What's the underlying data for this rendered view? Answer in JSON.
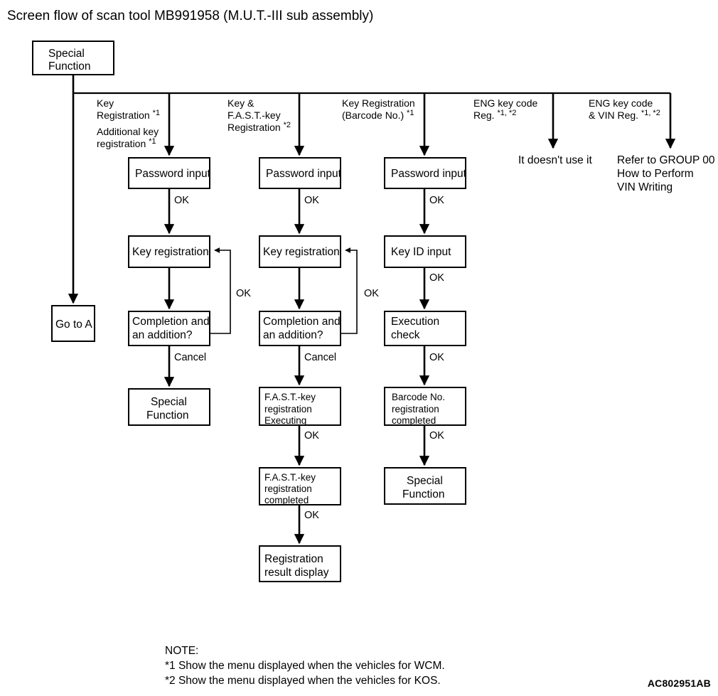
{
  "title": "Screen flow of scan tool MB991958 (M.U.T.-III sub assembly)",
  "drawing_code": "AC802951AB",
  "root": {
    "label_line1": "Special",
    "label_line2": "Function"
  },
  "branches": [
    {
      "id": "goto-a",
      "label_lines": [],
      "terminal_box": {
        "text": "Go to A"
      }
    },
    {
      "id": "key-registration",
      "label_lines": [
        "Key",
        "Registration *1",
        "",
        "Additional key",
        "registration *1"
      ],
      "label_parts": [
        {
          "text": "Key",
          "sup": ""
        },
        {
          "text": "Registration ",
          "sup": "*1"
        },
        {
          "text": "Additional key",
          "sup": ""
        },
        {
          "text": "registration ",
          "sup": "*1"
        }
      ]
    },
    {
      "id": "key-fast-key-registration",
      "label_parts": [
        {
          "text": "Key &",
          "sup": ""
        },
        {
          "text": "F.A.S.T.-key",
          "sup": ""
        },
        {
          "text": "Registration ",
          "sup": "*2"
        }
      ]
    },
    {
      "id": "key-registration-barcode",
      "label_parts": [
        {
          "text": "Key Registration",
          "sup": ""
        },
        {
          "text": "(Barcode No.) ",
          "sup": "*1"
        }
      ]
    },
    {
      "id": "eng-key-code-reg",
      "label_parts": [
        {
          "text": "ENG key code",
          "sup": ""
        },
        {
          "text": "Reg. ",
          "sup": "*1, *2"
        }
      ],
      "terminal_text": [
        "It doesn't use it"
      ]
    },
    {
      "id": "eng-key-code-vin-reg",
      "label_parts": [
        {
          "text": "ENG key code",
          "sup": ""
        },
        {
          "text": "& VIN Reg. ",
          "sup": "*1, *2"
        }
      ],
      "terminal_text": [
        "Refer to GROUP 00",
        "How to Perform",
        "VIN Writing"
      ]
    }
  ],
  "columns": [
    {
      "id": "column-key-registration",
      "nodes": [
        {
          "id": "password-input-1",
          "lines": [
            "Password input"
          ],
          "align": "center"
        },
        {
          "id": "key-registration-1",
          "lines": [
            "Key registration"
          ],
          "align": "center"
        },
        {
          "id": "completion-addition-1",
          "lines": [
            "Completion and",
            "an addition?"
          ],
          "align": "left"
        },
        {
          "id": "special-function-1",
          "lines": [
            "Special",
            "Function"
          ],
          "align": "center"
        }
      ],
      "edges": [
        "OK",
        "",
        "Cancel"
      ],
      "loop_label": "OK"
    },
    {
      "id": "column-fast-key",
      "nodes": [
        {
          "id": "password-input-2",
          "lines": [
            "Password input"
          ],
          "align": "center"
        },
        {
          "id": "key-registration-2",
          "lines": [
            "Key registration"
          ],
          "align": "center"
        },
        {
          "id": "completion-addition-2",
          "lines": [
            "Completion and",
            "an addition?"
          ],
          "align": "left"
        },
        {
          "id": "fast-key-executing",
          "lines": [
            "F.A.S.T.-key",
            "registration",
            "Executing"
          ],
          "align": "left"
        },
        {
          "id": "fast-key-completed",
          "lines": [
            "F.A.S.T.-key",
            "registration",
            "completed"
          ],
          "align": "left"
        },
        {
          "id": "registration-result-display",
          "lines": [
            "Registration",
            "result display"
          ],
          "align": "left"
        }
      ],
      "edges": [
        "OK",
        "",
        "Cancel",
        "OK",
        "OK"
      ],
      "loop_label": "OK"
    },
    {
      "id": "column-barcode",
      "nodes": [
        {
          "id": "password-input-3",
          "lines": [
            "Password input"
          ],
          "align": "center"
        },
        {
          "id": "key-id-input",
          "lines": [
            "Key ID input"
          ],
          "align": "center"
        },
        {
          "id": "execution-check",
          "lines": [
            "Execution",
            "check"
          ],
          "align": "left"
        },
        {
          "id": "barcode-registration-completed",
          "lines": [
            "Barcode No.",
            "registration",
            "completed"
          ],
          "align": "left"
        },
        {
          "id": "special-function-3",
          "lines": [
            "Special",
            "Function"
          ],
          "align": "center"
        }
      ],
      "edges": [
        "OK",
        "OK",
        "OK",
        "OK"
      ]
    }
  ],
  "note": {
    "heading": "NOTE:",
    "lines": [
      "*1 Show the menu displayed when the vehicles for WCM.",
      "*2 Show the menu displayed when the vehicles for KOS."
    ]
  }
}
